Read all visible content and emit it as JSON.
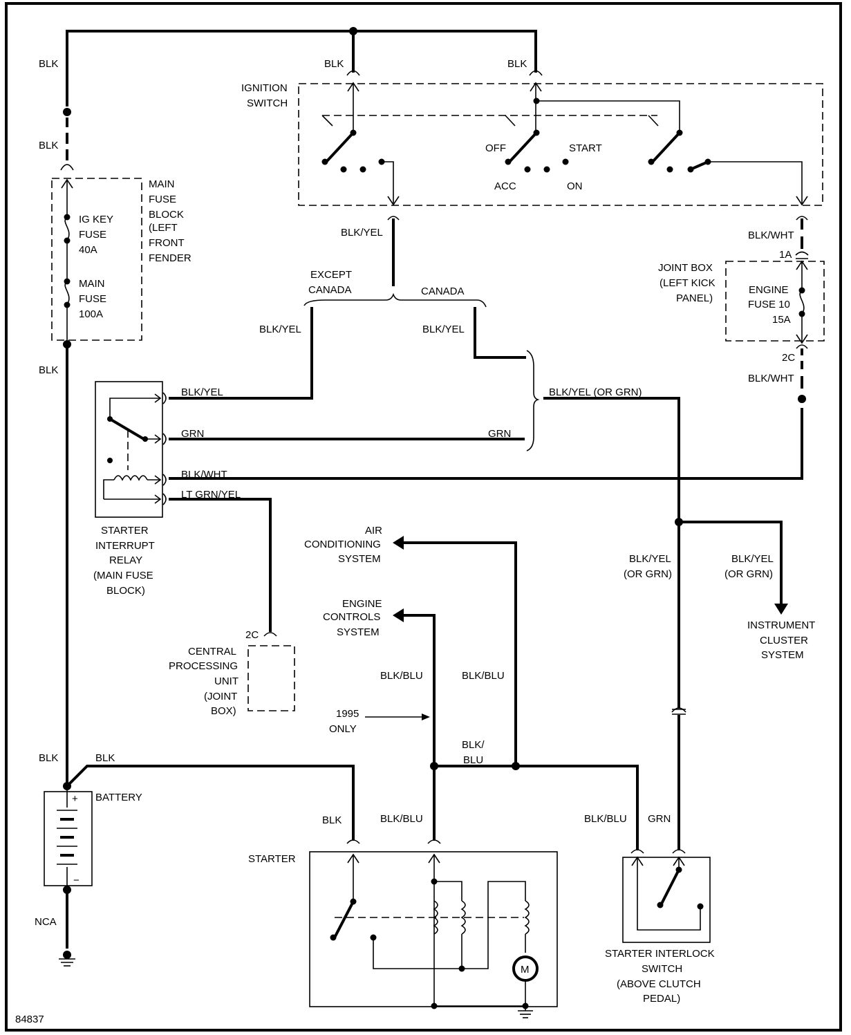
{
  "wires": {
    "blk_top_left": "BLK",
    "blk_switch_a": "BLK",
    "blk_switch_b": "BLK",
    "blk_above_fuse": "BLK",
    "blk_below_fuse": "BLK",
    "blk_battery_left": "BLK",
    "blk_battery_top": "BLK",
    "blk_starter": "BLK",
    "nca_ground": "NCA",
    "blk_yel_switch_out": "BLK/YEL",
    "blk_yel_except": "BLK/YEL",
    "blk_yel_canada": "BLK/YEL",
    "blk_yel_relay": "BLK/YEL",
    "grn_relay": "GRN",
    "grn_right": "GRN",
    "blk_wht_relay": "BLK/WHT",
    "lt_grn_yel": "LT GRN/YEL",
    "blk_yel_or_grn_top": "BLK/YEL (OR GRN)",
    "blk_yel_or_grn_left_1": "BLK/YEL",
    "blk_yel_or_grn_left_2": "(OR GRN)",
    "blk_yel_or_grn_right_1": "BLK/YEL",
    "blk_yel_or_grn_right_2": "(OR GRN)",
    "blk_wht_top": "BLK/WHT",
    "blk_wht_bottom": "BLK/WHT",
    "blk_blu_left": "BLK/BLU",
    "blk_blu_right": "BLK/BLU",
    "blk_blu_mid_1": "BLK/",
    "blk_blu_mid_2": "BLU",
    "blk_blu_starter": "BLK/BLU",
    "blk_blu_interlock": "BLK/BLU",
    "grn_interlock": "GRN"
  },
  "components": {
    "ignition_switch": [
      "IGNITION",
      "SWITCH"
    ],
    "switch_off": "OFF",
    "switch_start": "START",
    "switch_acc": "ACC",
    "switch_on": "ON",
    "main_fuse_block": [
      "MAIN",
      "FUSE",
      "BLOCK",
      "(LEFT",
      "FRONT",
      "FENDER"
    ],
    "ig_key_fuse": [
      "IG KEY",
      "FUSE",
      "40A"
    ],
    "main_fuse": [
      "MAIN",
      "FUSE",
      "100A"
    ],
    "except_canada": [
      "EXCEPT",
      "CANADA"
    ],
    "canada": "CANADA",
    "joint_box": [
      "JOINT BOX",
      "(LEFT KICK",
      "PANEL)"
    ],
    "engine_fuse": [
      "ENGINE",
      "FUSE 10",
      "15A"
    ],
    "connector_1a": "1A",
    "connector_2c_right": "2C",
    "connector_2c_cpu": "2C",
    "starter_interrupt_relay": [
      "STARTER",
      "INTERRUPT",
      "RELAY",
      "(MAIN FUSE",
      "BLOCK)"
    ],
    "central_processing_unit": [
      "CENTRAL",
      "PROCESSING",
      "UNIT",
      "(JOINT",
      "BOX)"
    ],
    "air_conditioning": [
      "AIR",
      "CONDITIONING",
      "SYSTEM"
    ],
    "engine_controls": [
      "ENGINE",
      "CONTROLS",
      "SYSTEM"
    ],
    "instrument_cluster": [
      "INSTRUMENT",
      "CLUSTER",
      "SYSTEM"
    ],
    "only_1995": [
      "1995",
      "ONLY"
    ],
    "battery": "BATTERY",
    "battery_plus": "+",
    "battery_minus": "−",
    "starter": "STARTER",
    "motor": "M",
    "starter_interlock": [
      "STARTER INTERLOCK",
      "SWITCH",
      "(ABOVE CLUTCH",
      "PEDAL)"
    ]
  },
  "figure_id": "84837"
}
